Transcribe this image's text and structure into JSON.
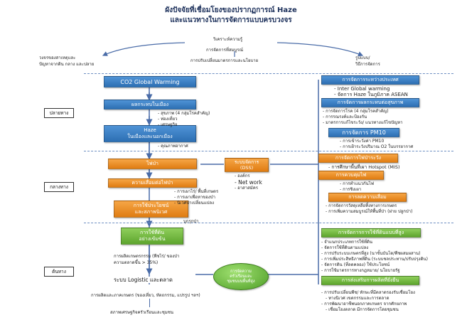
{
  "title": {
    "line1": "ผังปัจจัยที่เชื่อมโยงของปรากฏการณ์ Haze",
    "line2": "และแนวทางในการจัดการแบบครบวงจร"
  },
  "top": {
    "center": [
      "วิเคราะห์ความรู้",
      "การจัดการที่สมบูรณ์",
      "การปรับเปลี่ยนมาตรการและนโยบาย"
    ],
    "left": [
      "วงจรของสาเหตุและ",
      "ปัญหาจากดิน กลาง และปลาย"
    ],
    "right": [
      "รูปแบบ/",
      "วิธีการจัดการ"
    ]
  },
  "levels": {
    "upstream": "ปลายทาง",
    "midstream": "กลางทาง",
    "downstream": "ต้นทาง"
  },
  "left_boxes": {
    "co2": "CO2 Global Warming",
    "health": "ผลกระทบในเมือง",
    "haze_line1": "Haze",
    "haze_line2": "ในเมืองและนอกเมือง",
    "fire": "ไฟป่า",
    "weak": "ความเสื่อมต่อไฟป่า",
    "landuse_line1": "การใช้ประโยชน์",
    "landuse_line2": "และสภาพนิเวศ",
    "land_line1": "การใช้ที่ดิน",
    "land_line2": "อย่างเข้มข้น",
    "logistic": "ระบบ Logistic และตลาด"
  },
  "left_texts": {
    "health_items": [
      "สุขภาพ (4 กลุ่มโรคสำคัญ)",
      "ท่องเที่ยว",
      "เศรษฐกิจ"
    ],
    "haze_item": "คุณภาพอากาศ",
    "weak_items": [
      "การเผาไร่/ พื้นที่เกษตร",
      "การเผาเพื่อหาของป่า",
      "นิเวศป่าเปลี่ยนแปลง"
    ],
    "landuse_note": "บุกรุกป่า",
    "land_note_1": "การผลิตเกษตรกรรม (พืชไร่/ ของป่า",
    "land_note_2": "ความตลาดขึ้น > 35%)",
    "bottom_1": "การผลิตและภาคเกษตร (ของเที่ยว, หัตถกรรม, แปรรูป ฯลฯ)",
    "bottom_2": "สภาพเศรษฐกิจครัวเรือนและชุมชน"
  },
  "right_boxes": {
    "intl": "การจัดการระหว่างประเทศ",
    "local": "การจัดการผลกระทบต่อสุขภาพ",
    "pm10": "การจัดการ PM10",
    "fire_mgmt": "การจัดการไฟป่าระวัง",
    "fire_control": "การควบคุมไฟ",
    "reduce": "การลดความเสื่อม",
    "land_mgmt": "การจัดการการใช้ที่ดินแบบที่สูง",
    "promote": "การส่งเสริมการผลิตที่ยั่งยืน"
  },
  "right_texts": {
    "intl_items": [
      "Inter Global warming",
      "จัดการ Haze ในภูมิภาค ASEAN"
    ],
    "local_items": [
      "การจัดการโรค (4 กลุ่มโรคสำคัญ)",
      "การรณรงค์และป้องกัน",
      "มาตรการแก้ไขระวัง/ แนวทางแก้ไขปัญหา"
    ],
    "pm10_items": [
      "การเข้าระวังค่า PM10",
      "การเฝ้าระวังปริมาณ O2 ในบรรยากาศ"
    ],
    "fire_items": [
      "การศึกษาพื้นที่เผา Hotspot (MIS)"
    ],
    "control_items": [
      "การทำแนวกันไฟ",
      "การชิงเผา"
    ],
    "reduce_items": [
      "การจัดการวัสดุเหลือทิ้งทางการเกษตร",
      "การเพิ่มความสมบูรณ์ให้พื้นที่ป่า (ฝาย ปลูกป่า)"
    ],
    "land_items": [
      "จำแนกประเภทการใช้ที่ดิน",
      "จัดการใช้ที่ดินตามแปลง",
      "การปรับระบบเกษตรที่สูง (นาขั้นบันได/พืชผสมผสาน)",
      "การเพิ่มประสิทธิภาพที่ดิน (ระบบชลประทาน/ปรับปรุงดิน)",
      "จัดการดิน (ที่ลดคลอง) ใช้ประโยชน์",
      "การใช้มาตรการทางกฎหมาย/ นโยบายรัฐ"
    ],
    "promote_items": [
      "การปรับเปลี่ยนพืช/ ทักษะที่มีตลาดรองรับเชื่อมโยง",
      "ทางนิเวศ เขตกรรมและการตลาด",
      "การพัฒนาอาชีพนอกภาคเกษตร จากศักยภาพ",
      "เชื่อมโยงตลาด มีการจัดการโดยชุมชน"
    ]
  },
  "dss": {
    "title_1": "ระบบจัดการ",
    "title_2": "(DSS)",
    "items": [
      "องค์กร",
      "Net work",
      "อาสาสมัคร"
    ]
  },
  "ellipse": {
    "line1": "การจัดความ",
    "line2": "ครัวเรือนและ",
    "line3": "ชุมชนบนพื้นที่สูง"
  }
}
